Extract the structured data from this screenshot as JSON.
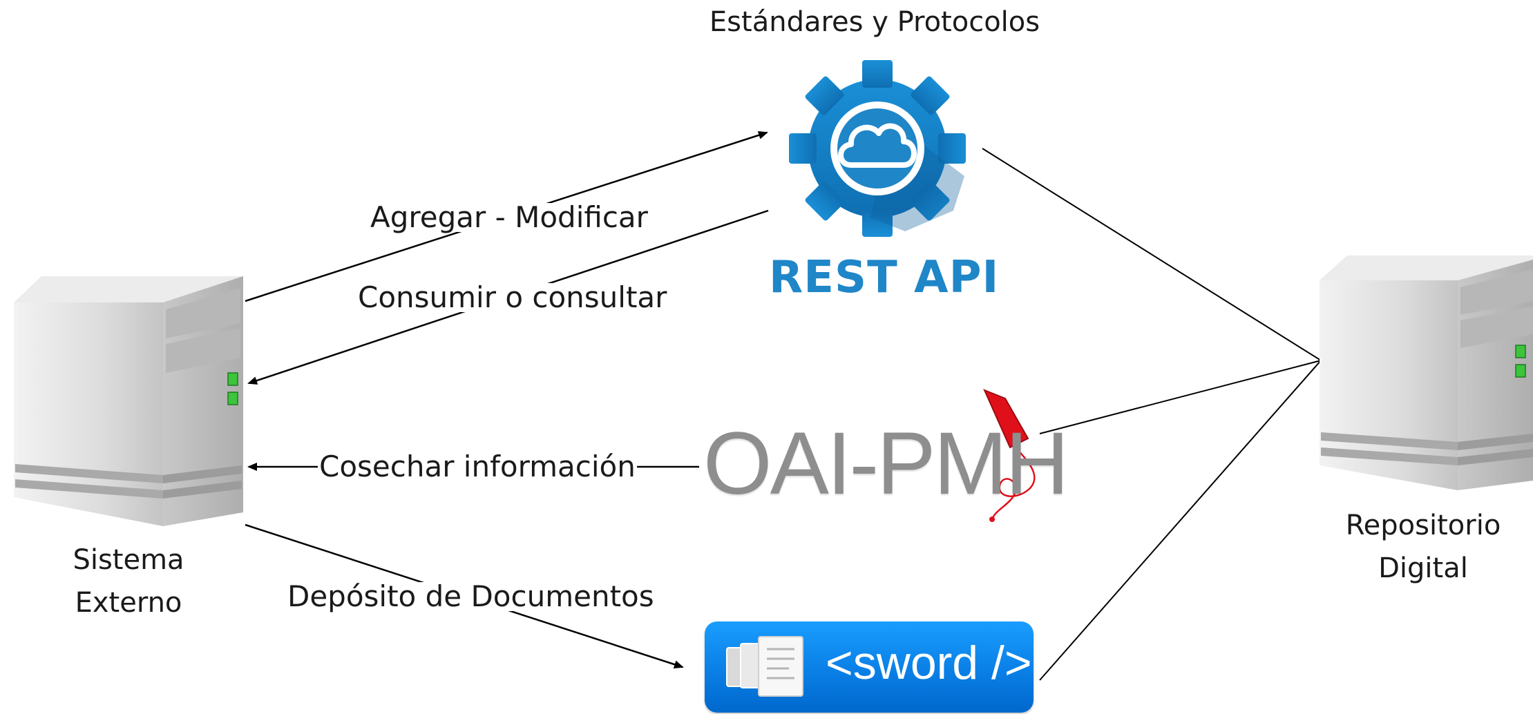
{
  "header": {
    "title": "Estándares y Protocolos"
  },
  "nodes": {
    "external_system": {
      "line1": "Sistema",
      "line2": "Externo"
    },
    "digital_repository": {
      "line1": "Repositorio",
      "line2": "Digital"
    }
  },
  "protocols": {
    "rest": {
      "logo_text": "REST API",
      "color": "#1f86c8"
    },
    "oai": {
      "logo_text": "OAI-PMH",
      "color": "#8e8e8e",
      "accent": "#e0101a"
    },
    "sword": {
      "logo_text": "<sword />",
      "color": "#0a7fe6"
    }
  },
  "edges": {
    "add_modify": "Agregar - Modificar",
    "consume": "Consumir o consultar",
    "harvest": "Cosechar información",
    "deposit": "Depósito de Documentos"
  }
}
